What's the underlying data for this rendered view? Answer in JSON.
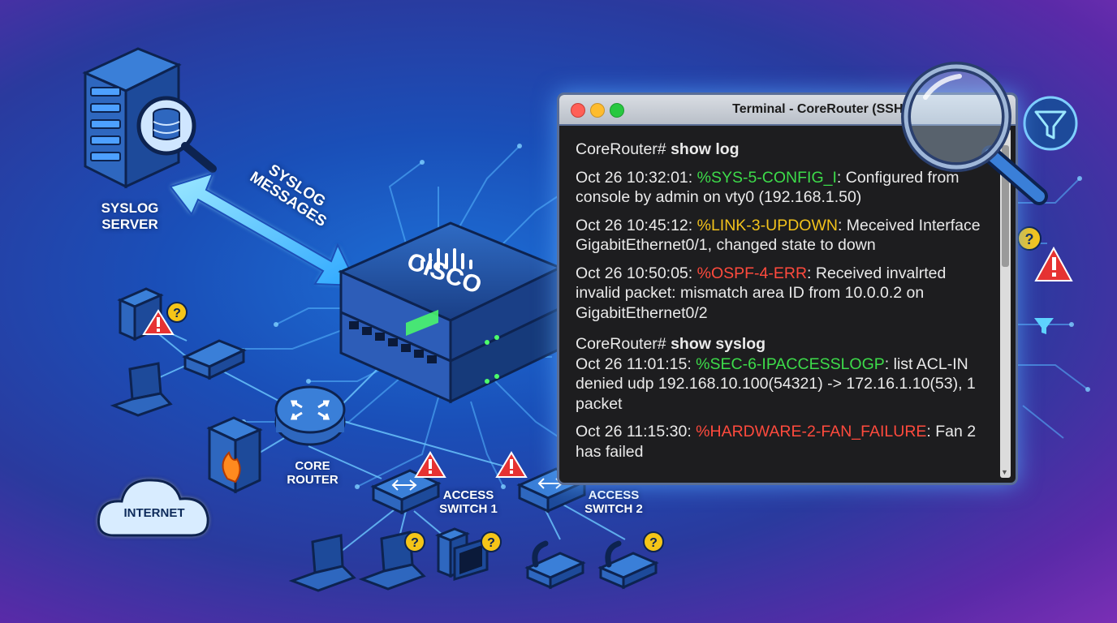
{
  "labels": {
    "syslog_server_line1": "SYSLOG",
    "syslog_server_line2": "SERVER",
    "syslog_messages_line1": "SYSLOG",
    "syslog_messages_line2": "MESSAGES",
    "cisco": "CISCO",
    "core_router_line1": "CORE",
    "core_router_line2": "ROUTER",
    "internet": "INTERNET",
    "access_switch_1_line1": "ACCESS",
    "access_switch_1_line2": "SWITCH 1",
    "access_switch_2_line1": "ACCESS",
    "access_switch_2_line2": "SWITCH 2"
  },
  "terminal": {
    "title": "Terminal - CoreRouter (SSH)",
    "prompt1": "CoreRouter#",
    "command1": "show log",
    "prompt2": "CoreRouter#",
    "command2": "show syslog",
    "entries": [
      {
        "time": "Oct 26 10:32:01: ",
        "code": "%SYS-5-CONFIG_I",
        "message": ": Configured from console by admin on vty0 (192.168.1.50)",
        "color": "#3ddc4a"
      },
      {
        "time": "Oct 26 10:45:12: ",
        "code": "%LINK-3-UPDOWN",
        "message": ": Meceived Interface GigabitEthernet0/1, changed state to down",
        "color": "#f2c21b"
      },
      {
        "time": "Oct 26 10:50:05: ",
        "code": "%OSPF-4-ERR",
        "message": ": Received invalrted invalid packet: mismatch area ID from 10.0.0.2 on GigabitEthernet0/2",
        "color": "#ff4a3d"
      }
    ],
    "entries2": [
      {
        "time": "Oct 26 11:01:15: ",
        "code": "%SEC-6-IPACCESSLOGP",
        "message": ": list ACL-IN denied udp 192.168.10.100(54321) -> 172.16.1.10(53), 1 packet",
        "color": "#3ddc4a"
      },
      {
        "time": "Oct 26 11:15:30: ",
        "code": "%HARDWARE-2-FAN_FAILURE",
        "message": ": Fan 2 has failed",
        "color": "#ff4a3d"
      }
    ]
  },
  "icons": [
    "server-icon",
    "database-search-icon",
    "magnifier-icon",
    "filter-icon",
    "warning-icon",
    "question-icon",
    "router-icon",
    "switch-icon",
    "firewall-icon",
    "cloud-icon",
    "laptop-icon",
    "desktop-icon",
    "ip-phone-icon"
  ],
  "colors": {
    "ok": "#3ddc4a",
    "warn": "#f2c21b",
    "err": "#ff4a3d",
    "glow": "#5fd3ff"
  }
}
